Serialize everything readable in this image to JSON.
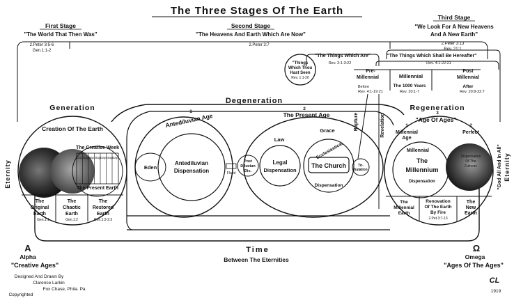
{
  "title": "The Three Stages Of The Earth",
  "stages": {
    "first": {
      "label": "First Stage",
      "name": "\"The World That Then Was\"",
      "ref1": "2.Peter 3:5-6",
      "ref2": "Gen.1:1-2"
    },
    "second": {
      "label": "Second Stage",
      "name": "\"The Heavens And Earth Which Are Now\"",
      "ref": "2.Peter 3:7"
    },
    "third": {
      "label": "Third Stage",
      "name1": "\"We Look For A New Heavens",
      "name2": "And A New Earth\"",
      "ref1": "2.Peter 3:13",
      "ref2": "Rev. 21:1"
    }
  },
  "things": {
    "thou_hast_seen": {
      "l1": "\"Things",
      "l2": "Which Thou",
      "l3": "Hast Seen",
      "ref": "Rev. 1:1-20"
    },
    "which_are": {
      "label": "\"The Things Which Are\"",
      "ref": "Rev. 2:1-3:22"
    },
    "hereafter": {
      "label": "\"The Things Which Shall Be Hereafter\"",
      "ref": "Rev. 4:1-22:21"
    }
  },
  "periods": {
    "pre_millennial": {
      "l1": "Pre-",
      "l2": "Millennial",
      "before": "Before",
      "ref": "Rev. 4:1-19:21"
    },
    "millennial": {
      "label": "Millennial",
      "sub": "The 1000 Years",
      "ref": "Rev. 20:1-7"
    },
    "post_millennial": {
      "l1": "Post",
      "l2": "Millennial",
      "after": "After",
      "ref": "Rev. 20:8-22:7"
    }
  },
  "generation": {
    "title": "Generation",
    "creation": "Creation Of The Earth",
    "creative_week": "The Creative Week",
    "days": [
      "Day",
      "Day",
      "Day",
      "Day",
      "Day",
      "Day",
      "Day"
    ],
    "present_earth": "The Present Earth",
    "original": {
      "l1": "The",
      "l2": "Original",
      "l3": "Earth",
      "ref": "Gen.1:1"
    },
    "chaotic": {
      "l1": "The",
      "l2": "Chaotic",
      "l3": "Earth",
      "ref": "Gen.1:2"
    },
    "restored": {
      "l1": "The",
      "l2": "Restored",
      "l3": "Earth",
      "ref": "Gen.1:3-2:3"
    }
  },
  "degeneration": {
    "title": "Degeneration",
    "num1": "1",
    "antediluvian_age": "Antediluvian Age",
    "num2": "2",
    "present_age": "The Present Age",
    "eden": "Eden",
    "antediluvian_dispensation_1": "Antediluvian",
    "antediluvian_dispensation_2": "Dispensation",
    "flood": "Flood",
    "post_diluvian": {
      "l1": "Post",
      "l2": "Diluvian",
      "l3": "Dis."
    },
    "law": "Law",
    "legal_1": "Legal",
    "legal_2": "Dispensation",
    "grace": "Grace",
    "ecclesiastical": "Ecclesiastical",
    "church": "The Church",
    "dispensation": "Dispensation",
    "tribulation": {
      "l1": "Tri-",
      "l2": "bulation"
    },
    "rapture": "Rapture",
    "revelation": "Revelation"
  },
  "regeneration": {
    "title": "Regeneration",
    "num3": "3",
    "ages": "\"Age Of Ages\"",
    "millennial_age": {
      "num": "1",
      "l1": "Millennial",
      "l2": "Age"
    },
    "perfect": {
      "num": "2",
      "l1": "Perfect"
    },
    "millennial": "Millennial",
    "the_millennium_1": "The",
    "the_millennium_2": "Millennium",
    "dispensation": "Dispensation",
    "dispensation_fulness": {
      "l1": "Dispensation",
      "l2": "Of The",
      "l3": "Fulness"
    },
    "millennial_earth": {
      "l1": "The",
      "l2": "Millennial",
      "l3": "Earth"
    },
    "renovation": {
      "l1": "Renovation",
      "l2": "Of The Earth",
      "l3": "By Fire",
      "ref": "2.Pet.3:7-13"
    },
    "new_earth": {
      "l1": "The",
      "l2": "New",
      "l3": "Earth"
    }
  },
  "eternity_left": "Eternity",
  "eternity_right": "Eternity",
  "god_all": "\"God All And In All\"",
  "time": "Time",
  "between": "Between The Eternities",
  "alpha": {
    "symbol": "A",
    "label": "Alpha",
    "sub": "\"Creative Ages\""
  },
  "omega": {
    "symbol": "Ω",
    "label": "Omega",
    "sub": "\"Ages Of The Ages\""
  },
  "credits": {
    "l1": "Designed And Drawn By",
    "l2": "Clarence Larkin",
    "l3": "Fox Chase, Phila. Pa",
    "l4": "Copyrighted"
  },
  "monogram": "CL",
  "year": "1919",
  "colors": {
    "ink": "#111111",
    "paper": "#ffffff"
  }
}
